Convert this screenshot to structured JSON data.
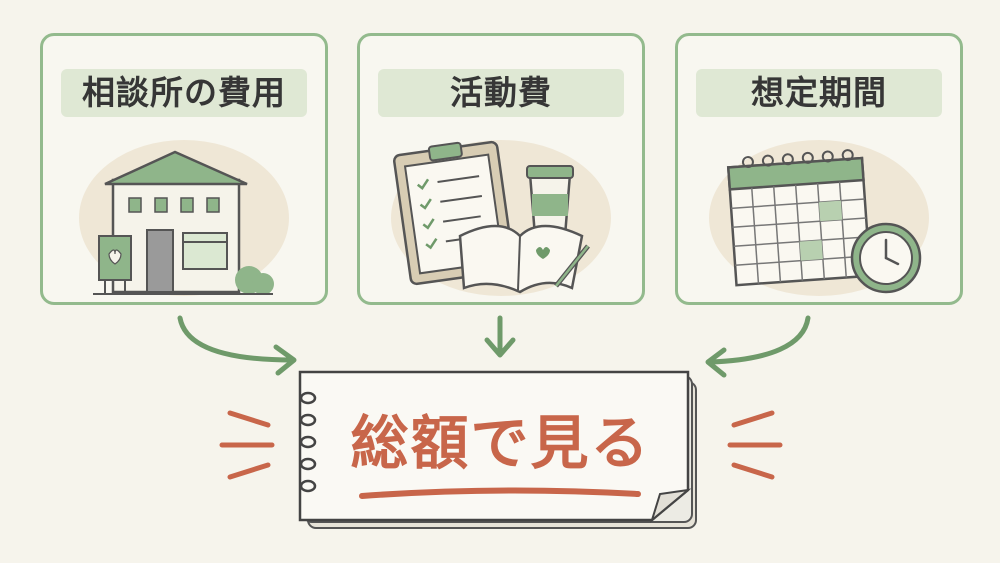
{
  "cards": [
    {
      "title": "相談所の費用",
      "icon": "building-icon"
    },
    {
      "title": "活動費",
      "icon": "clipboard-notebook-icon"
    },
    {
      "title": "想定期間",
      "icon": "calendar-clock-icon"
    }
  ],
  "result": {
    "label": "総額で見る"
  },
  "colors": {
    "card_border": "#93ba8d",
    "green": "#6f9a6a",
    "accent": "#c8664a",
    "text": "#363636"
  }
}
